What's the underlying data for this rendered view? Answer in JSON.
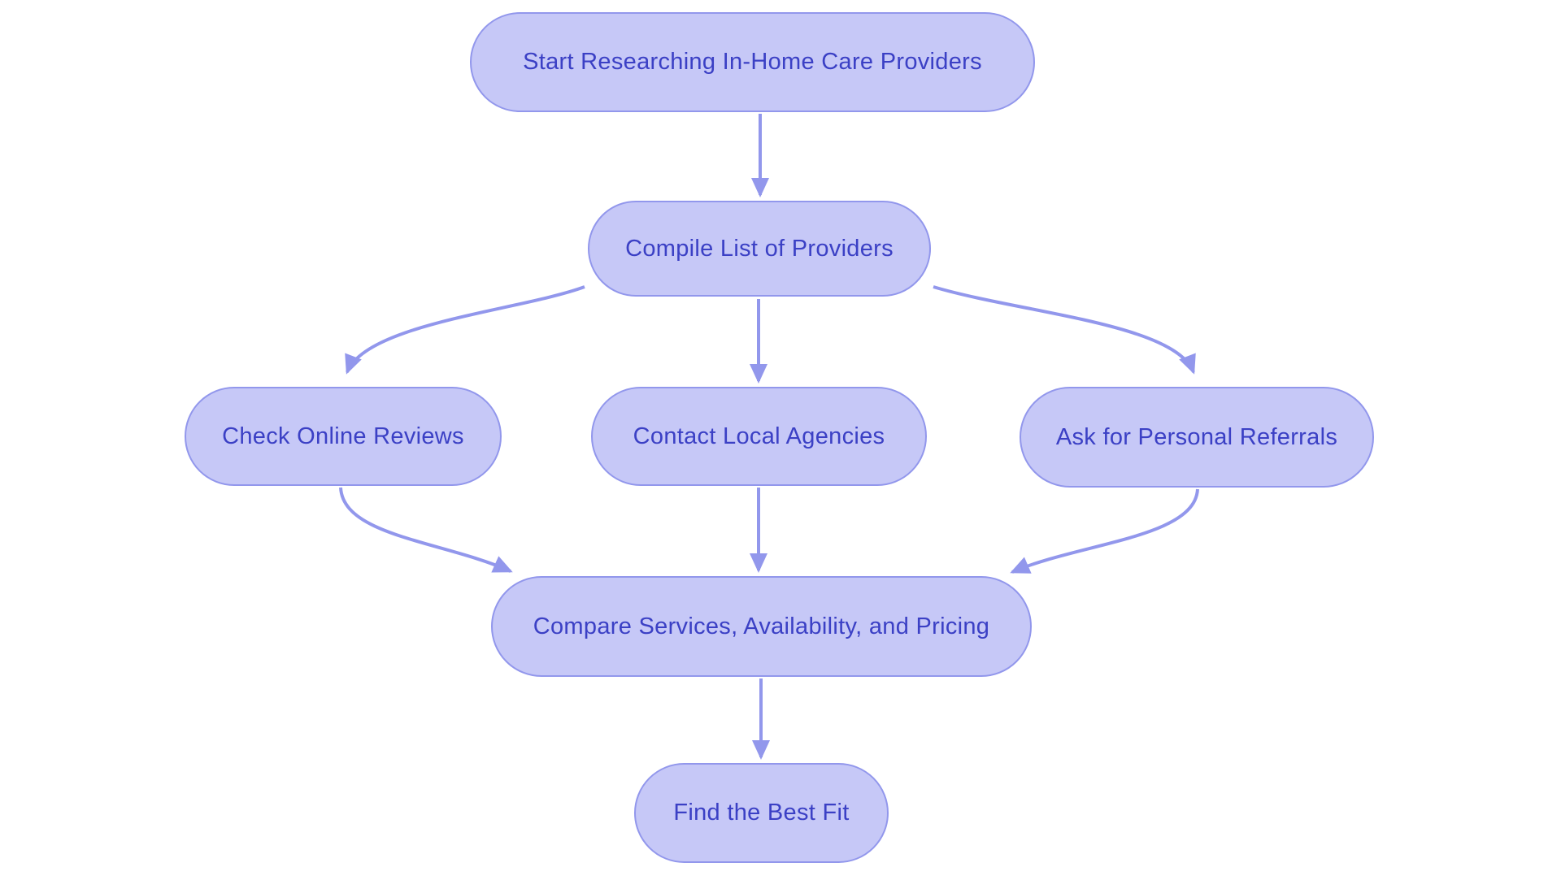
{
  "diagram": {
    "type": "flowchart",
    "direction": "top-down",
    "colors": {
      "background": "#ffffff",
      "node_fill": "#c6c8f7",
      "node_border": "#9297ec",
      "node_text": "#3b40c5",
      "arrow": "#9297ec"
    },
    "nodes": [
      {
        "id": "start",
        "label": "Start Researching In-Home Care Providers"
      },
      {
        "id": "compile",
        "label": "Compile List of Providers"
      },
      {
        "id": "reviews",
        "label": "Check Online Reviews"
      },
      {
        "id": "agencies",
        "label": "Contact Local Agencies"
      },
      {
        "id": "referrals",
        "label": "Ask for Personal Referrals"
      },
      {
        "id": "compare",
        "label": "Compare Services, Availability, and Pricing"
      },
      {
        "id": "best",
        "label": "Find the Best Fit"
      }
    ],
    "edges": [
      {
        "from": "start",
        "to": "compile"
      },
      {
        "from": "compile",
        "to": "reviews"
      },
      {
        "from": "compile",
        "to": "agencies"
      },
      {
        "from": "compile",
        "to": "referrals"
      },
      {
        "from": "reviews",
        "to": "compare"
      },
      {
        "from": "agencies",
        "to": "compare"
      },
      {
        "from": "referrals",
        "to": "compare"
      },
      {
        "from": "compare",
        "to": "best"
      }
    ]
  }
}
